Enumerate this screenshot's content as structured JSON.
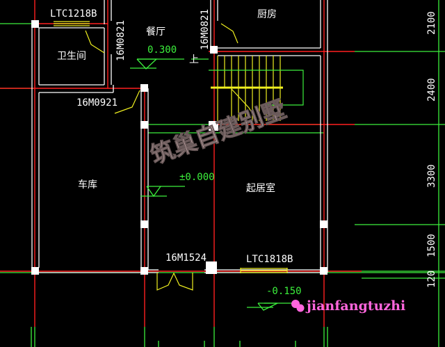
{
  "rooms": {
    "dining": "餐厅",
    "kitchen": "厨房",
    "bathroom": "卫生间",
    "garage": "车库",
    "living": "起居室"
  },
  "openings": {
    "window_top": "LTC1218B",
    "door_bath": "16M0821",
    "door_kitchen": "16M0821",
    "door_garage": "16M0921",
    "door_main": "16M1524",
    "window_bottom": "LTC1818B"
  },
  "elevations": {
    "dining": "0.300",
    "living": "±0.000",
    "outside": "-0.150"
  },
  "stair_label": "上",
  "dimensions": [
    "2100",
    "2400",
    "3300",
    "1500",
    "120"
  ],
  "watermark": "筑巢自建别墅",
  "brand": "jianfangtuzhi",
  "colors": {
    "axis": "#ff2020",
    "wall": "#ffffff",
    "dim": "#3cf03c",
    "fixture": "#f0f020"
  }
}
